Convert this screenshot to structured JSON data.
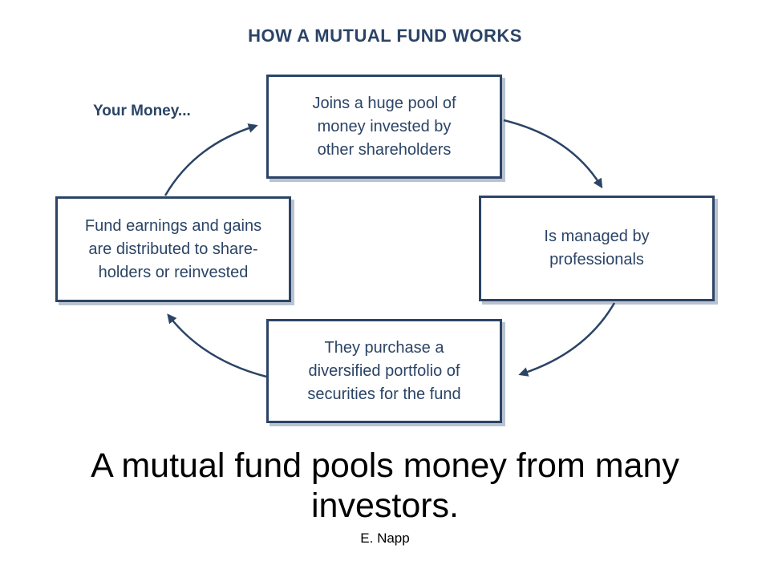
{
  "title": "HOW A MUTUAL FUND WORKS",
  "intro_label": "Your Money...",
  "steps": [
    {
      "text": "Joins a huge pool of\nmoney invested by\nother shareholders"
    },
    {
      "text": "Is managed by\nprofessionals"
    },
    {
      "text": "They purchase a\ndiversified portfolio of\nsecurities for the fund"
    },
    {
      "text": "Fund earnings and gains\nare distributed to share-\nholders or reinvested"
    }
  ],
  "caption": "A mutual fund pools money from many investors.",
  "author": "E. Napp",
  "colors": {
    "diagram_ink": "#2b4466",
    "box_shadow": "#b9c3d0",
    "caption_text": "#000000"
  }
}
